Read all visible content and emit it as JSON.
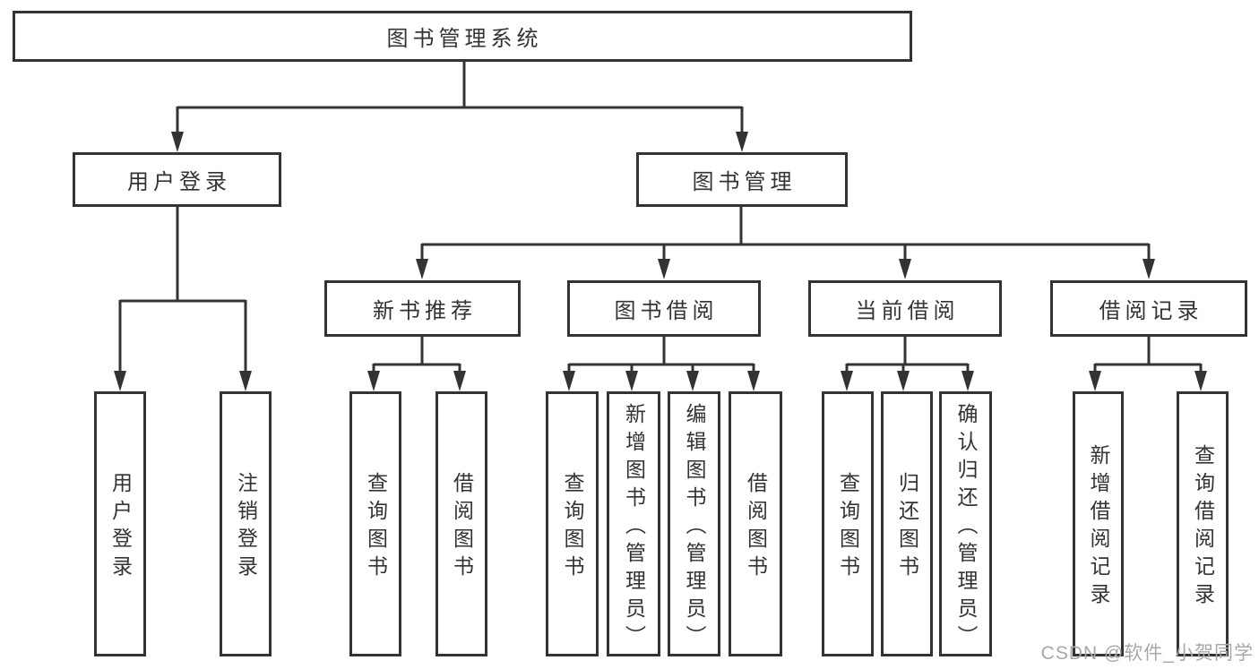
{
  "diagram": {
    "root": {
      "label": "图书管理系统"
    },
    "branches": [
      {
        "label": "用户登录",
        "children": [
          {
            "label": "用户登录"
          },
          {
            "label": "注销登录"
          }
        ]
      },
      {
        "label": "图书管理",
        "children": [
          {
            "label": "新书推荐",
            "children": [
              {
                "label": "查询图书"
              },
              {
                "label": "借阅图书"
              }
            ]
          },
          {
            "label": "图书借阅",
            "children": [
              {
                "label": "查询图书"
              },
              {
                "label": "新增图书（管理员）"
              },
              {
                "label": "编辑图书（管理员）"
              },
              {
                "label": "借阅图书"
              }
            ]
          },
          {
            "label": "当前借阅",
            "children": [
              {
                "label": "查询图书"
              },
              {
                "label": "归还图书"
              },
              {
                "label": "确认归还（管理员）"
              }
            ]
          },
          {
            "label": "借阅记录",
            "children": [
              {
                "label": "新增借阅记录"
              },
              {
                "label": "查询借阅记录"
              }
            ]
          }
        ]
      }
    ],
    "watermark": "CSDN @软件_小贺同学",
    "colors": {
      "line": "#333333",
      "text": "#333333",
      "box_background": "#ffffff",
      "watermark": "#a8a8a8",
      "background": "#ffffff"
    }
  }
}
